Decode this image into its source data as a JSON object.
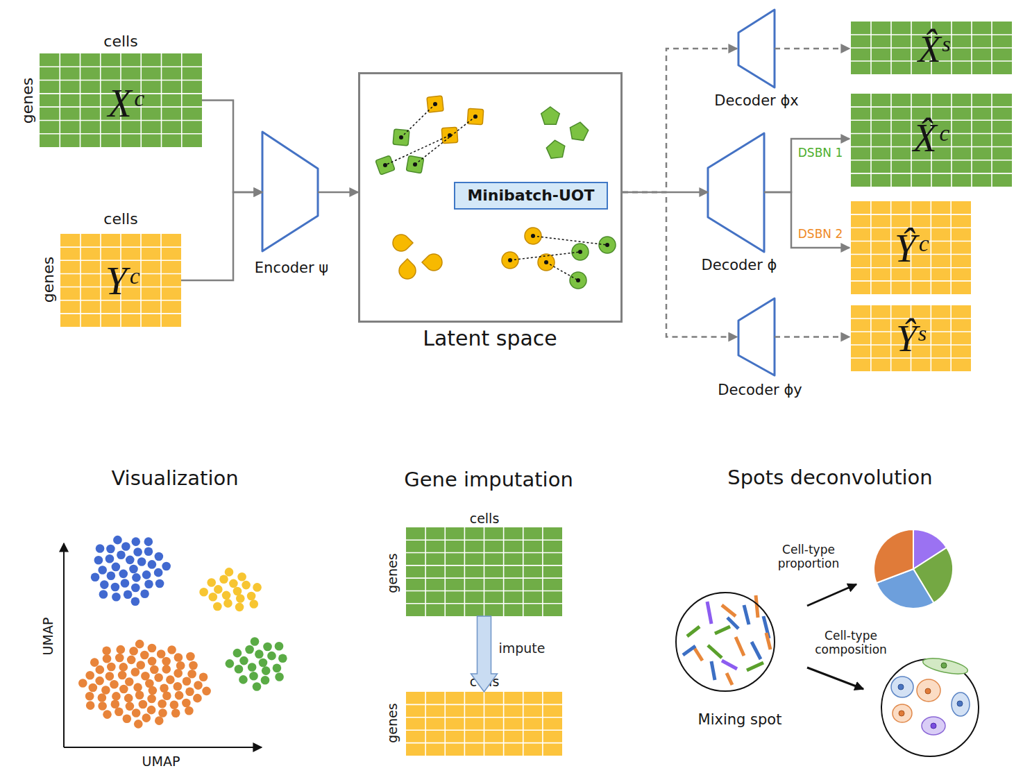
{
  "diagram": {
    "nodes": [
      {
        "text": [
          "cells",
          "genes",
          "Xᶜ"
        ]
      },
      {
        "text": [
          "cells",
          "genes",
          "Yᶜ"
        ]
      },
      {
        "text": [
          "Encoder ψ"
        ]
      },
      {
        "text": [
          "Latent space"
        ]
      },
      {
        "text": [
          "Minibatch-UOT"
        ],
        "in": 3
      },
      {
        "text": [
          "Decoder ϕx"
        ]
      },
      {
        "text": [
          "X̂ˢ"
        ]
      },
      {
        "text": [
          "Decoder ϕ"
        ]
      },
      {
        "text": [
          "X̂ᶜ"
        ]
      },
      {
        "text": [
          "Ŷᶜ"
        ]
      },
      {
        "text": [
          "Decoder ϕy"
        ]
      },
      {
        "text": [
          "Ŷˢ"
        ]
      },
      {
        "text": [
          "cells",
          "genes"
        ]
      },
      {
        "text": [
          "cells",
          "genes"
        ]
      },
      {
        "text": [
          "Mixing spot"
        ]
      }
    ],
    "edges": [
      {
        "from": 0,
        "to": 2,
        "arrow": "to"
      },
      {
        "from": 1,
        "to": 2,
        "arrow": "to"
      },
      {
        "from": 2,
        "to": 3,
        "arrow": "to"
      },
      {
        "from": 3,
        "to": 7,
        "arrow": "to"
      },
      {
        "from": 3,
        "to": 5,
        "arrow": "to"
      },
      {
        "from": 3,
        "to": 10,
        "arrow": "to"
      },
      {
        "from": 5,
        "to": 6,
        "arrow": "to"
      },
      {
        "from": 7,
        "to": 8,
        "label": "DSBN 1",
        "arrow": "to"
      },
      {
        "from": 7,
        "to": 9,
        "label": "DSBN 2",
        "arrow": "to"
      },
      {
        "from": 10,
        "to": 11,
        "arrow": "to"
      },
      {
        "from": 12,
        "to": 13,
        "label": "impute",
        "arrow": "to"
      }
    ],
    "labels": [
      "Visualization",
      "Gene imputation",
      "Spots deconvolution",
      "Cell-type proportion",
      "Cell-type composition",
      "UMAP",
      "UMAP"
    ]
  }
}
